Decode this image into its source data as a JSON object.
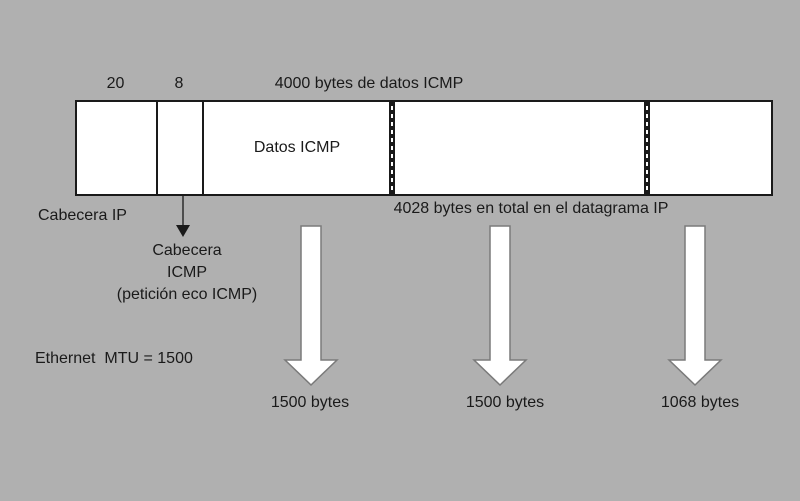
{
  "colors": {
    "background": "#b0b0b0",
    "box_fill": "#ffffff",
    "line": "#1a1a1a",
    "big_arrow_fill": "#ffffff",
    "big_arrow_outline": "#7a7a7a",
    "pointer_line": "#4d4d4d"
  },
  "icons": {
    "fragment_arrow": "big-down-arrow-icon",
    "icmp_header_pointer": "small-down-arrow-icon"
  },
  "datagram": {
    "ip_header_size": "20",
    "icmp_header_size": "8",
    "data_size_label": "4000 bytes de datos ICMP",
    "data_label": "Datos ICMP",
    "total_label": "4028 bytes en total en el datagrama IP",
    "ip_header_caption": "Cabecera IP",
    "icmp_header_caption": {
      "line1": "Cabecera",
      "line2": "ICMP",
      "line3": "(petición eco ICMP)"
    }
  },
  "mtu_label": "Ethernet  MTU = 1500",
  "fragments": [
    {
      "size_label": "1500 bytes"
    },
    {
      "size_label": "1500 bytes"
    },
    {
      "size_label": "1068 bytes"
    }
  ]
}
